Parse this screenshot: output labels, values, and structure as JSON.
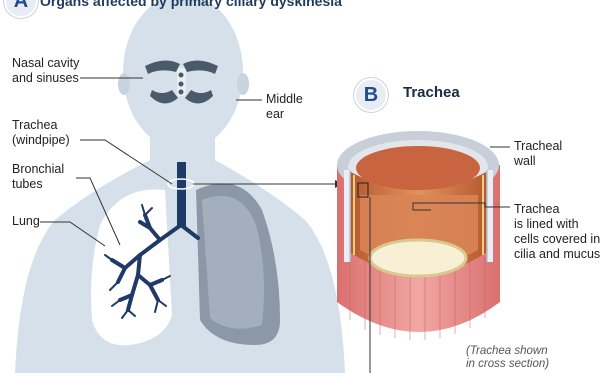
{
  "panel_a": {
    "badge": "A",
    "title": "Organs affected by primary ciliary dyskinesia"
  },
  "panel_b": {
    "badge": "B",
    "title": "Trachea"
  },
  "labels": {
    "nasal": "Nasal cavity\nand sinuses",
    "middle_ear": "Middle\near",
    "trachea": "Trachea\n(windpipe)",
    "bronchial": "Bronchial\ntubes",
    "lung": "Lung",
    "tracheal_wall": "Tracheal\nwall",
    "lining": "Trachea\nis lined with\ncells covered in\ncilia and mucus"
  },
  "note": "(Trachea shown\nin cross section)",
  "colors": {
    "body": "#d6e0ea",
    "lung": "#ffffff",
    "bronchi": "#1f3a66",
    "trachea_muscle": "#e6908f",
    "trachea_inner": "#c8643f"
  }
}
